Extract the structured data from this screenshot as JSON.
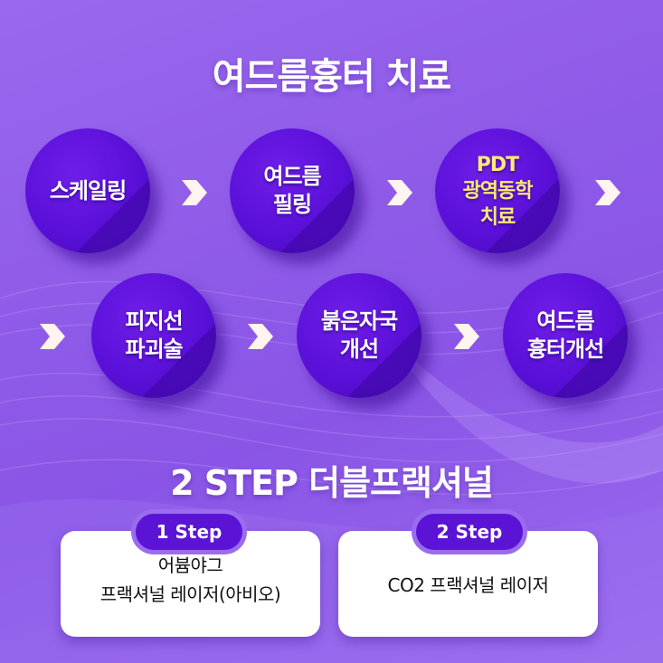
{
  "colors": {
    "background": "#8f5be8",
    "circle": "#5a10d8",
    "highlight_text": "#ffe978",
    "arrow": "#fff4ef",
    "pill": "#5b14d6",
    "card": "#ffffff"
  },
  "icons": {
    "arrow": "chevron-right-arrow-icon"
  },
  "main_title": "여드름흉터 치료",
  "steps_row1": [
    {
      "label": "스케일링"
    },
    {
      "label": "여드름\n필링"
    },
    {
      "label": "PDT\n광역동학\n치료"
    }
  ],
  "steps_row2": [
    {
      "label": "피지선\n파괴술"
    },
    {
      "label": "붉은자국\n개선"
    },
    {
      "label": "여드름\n흉터개선"
    }
  ],
  "sub_title": "2 STEP 더블프랙셔널",
  "step_cards": [
    {
      "pill": "1 Step",
      "text": "어븀야그\n프랙셔널 레이저(아비오)"
    },
    {
      "pill": "2 Step",
      "text": "CO2 프랙셔널 레이저"
    }
  ]
}
